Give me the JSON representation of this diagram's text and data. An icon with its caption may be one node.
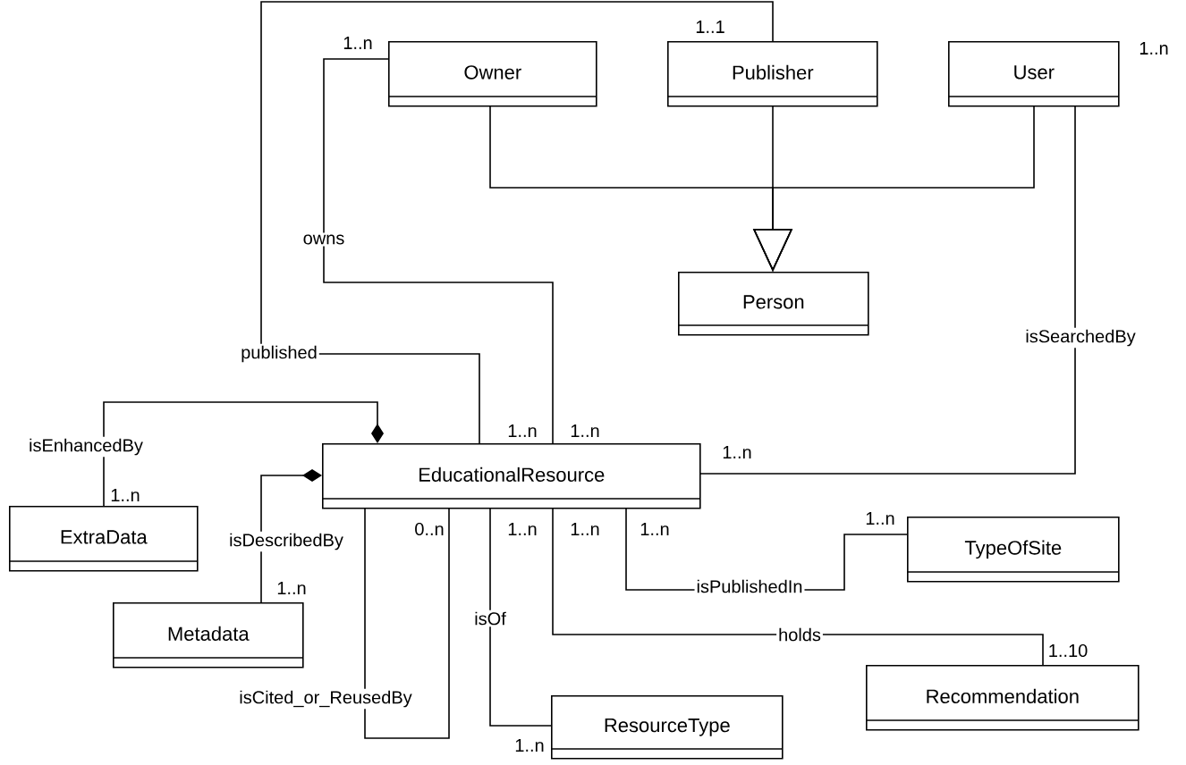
{
  "diagram": {
    "nodes": [
      {
        "text": [
          "Owner"
        ]
      },
      {
        "text": [
          "Publisher"
        ]
      },
      {
        "text": [
          "User"
        ]
      },
      {
        "text": [
          "Person"
        ]
      },
      {
        "text": [
          "EducationalResource"
        ]
      },
      {
        "text": [
          "ExtraData"
        ]
      },
      {
        "text": [
          "Metadata"
        ]
      },
      {
        "text": [
          "TypeOfSite"
        ]
      },
      {
        "text": [
          "Recommendation"
        ]
      },
      {
        "text": [
          "ResourceType"
        ]
      }
    ],
    "edges": [
      {
        "from": 0,
        "to": 3,
        "arrow": "to"
      },
      {
        "from": 1,
        "to": 3,
        "arrow": "to"
      },
      {
        "from": 2,
        "to": 3,
        "arrow": "to"
      },
      {
        "from": 0,
        "to": 4,
        "arrow": "none",
        "label": "owns"
      },
      {
        "from": 1,
        "to": 4,
        "arrow": "none",
        "label": "published"
      },
      {
        "from": 2,
        "to": 4,
        "arrow": "none",
        "label": "isSearchedBy"
      },
      {
        "from": 5,
        "to": 4,
        "arrow": "other",
        "label": "isEnhancedBy"
      },
      {
        "from": 6,
        "to": 4,
        "arrow": "other",
        "label": "isDescribedBy"
      },
      {
        "from": 4,
        "to": 4,
        "arrow": "none",
        "label": "isCited_or_ReusedBy"
      },
      {
        "from": 4,
        "to": 9,
        "arrow": "none",
        "label": "isOf"
      },
      {
        "from": 4,
        "to": 8,
        "arrow": "none",
        "label": "holds"
      },
      {
        "from": 4,
        "to": 7,
        "arrow": "none",
        "label": "isPublishedIn"
      }
    ],
    "labels": [
      "1..1",
      "1..n",
      "1..n",
      "1..n",
      "1..n",
      "1..n",
      "1..n",
      "1..n",
      "0..n",
      "1..n",
      "1..n",
      "1..n",
      "1..n",
      "1..10",
      "1..n"
    ]
  }
}
